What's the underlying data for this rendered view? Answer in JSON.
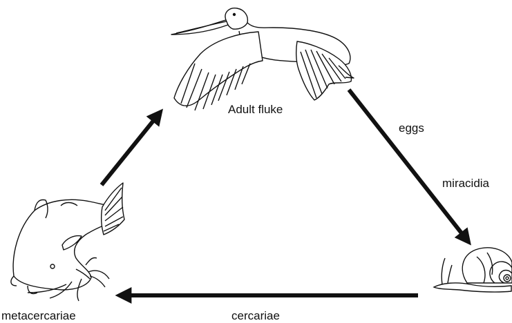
{
  "labels": {
    "adult_fluke": "Adult fluke",
    "eggs": "eggs",
    "miracidia": "miracidia",
    "cercariae": "cercariae",
    "metacercariae": "metacercariae"
  },
  "organisms": {
    "bird": "pelican-icon",
    "snail": "snail-icon",
    "fish": "catfish-icon"
  },
  "colors": {
    "ink": "#111111",
    "background": "#ffffff"
  }
}
